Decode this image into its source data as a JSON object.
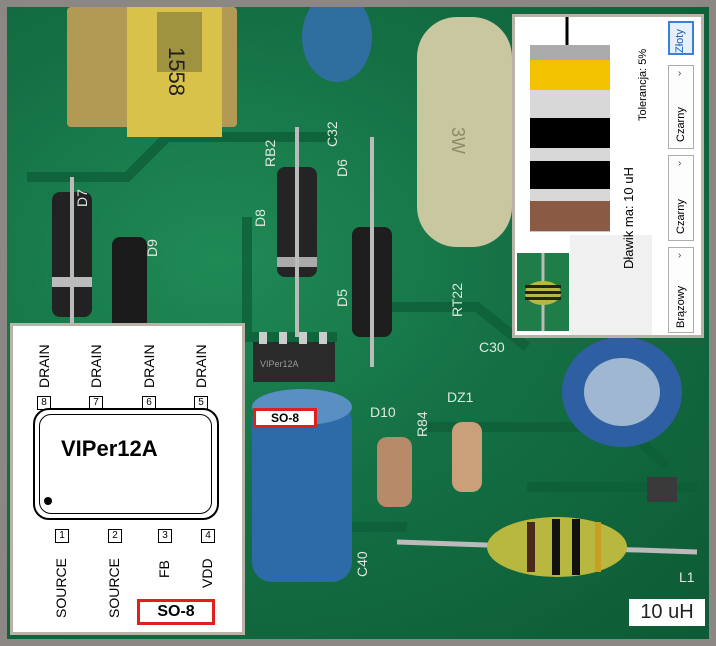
{
  "diagram": {
    "chip_name": "VIPer12A",
    "package": "SO-8",
    "top_pins": [
      {
        "number": "8",
        "label": "DRAIN"
      },
      {
        "number": "7",
        "label": "DRAIN"
      },
      {
        "number": "6",
        "label": "DRAIN"
      },
      {
        "number": "5",
        "label": "DRAIN"
      }
    ],
    "bottom_pins": [
      {
        "number": "1",
        "label": "SOURCE"
      },
      {
        "number": "2",
        "label": "SOURCE"
      },
      {
        "number": "3",
        "label": "FB"
      },
      {
        "number": "4",
        "label": "VDD"
      }
    ]
  },
  "photo_labels": {
    "ic_marking": "VIPer12A",
    "package_tag": "SO-8",
    "value_tag": "10 uH",
    "silkscreen": [
      "D7",
      "D9",
      "RB2",
      "C32",
      "D6",
      "D8",
      "D5",
      "RT22",
      "D10",
      "R84",
      "DZ1",
      "C30",
      "C40",
      "L1",
      "3W",
      "1558"
    ]
  },
  "color_code": {
    "result_text": "Dławik ma:  10 uH",
    "tolerance_text": "Tolerancja: 5%",
    "bands": [
      {
        "name": "Brązowy",
        "color": "#8b5a45"
      },
      {
        "name": "Czarny",
        "color": "#000000"
      },
      {
        "name": "Czarny",
        "color": "#000000"
      },
      {
        "name": "Złoty",
        "color": "#f2c200"
      }
    ],
    "selected_index": 3
  }
}
